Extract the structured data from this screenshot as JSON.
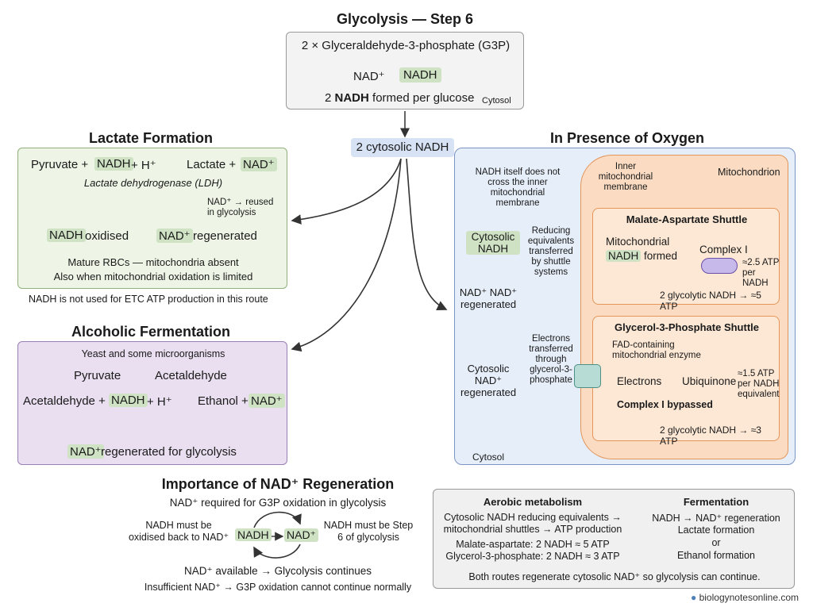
{
  "colors": {
    "green_highlight": "#cfe3c4",
    "lactate_bg": "#eef5e6",
    "alcohol_bg": "#eadff0",
    "oxygen_bg": "#e6eef9",
    "mito_bg": "#fbdcc2",
    "shuttle_bg": "#fde8d5",
    "summary_bg": "#f0f0f0"
  },
  "top": {
    "title": "Glycolysis — Step 6",
    "g3p": "2 × Glyceraldehyde-3-phosphate (G3P)",
    "nad": "NAD⁺",
    "nadh": "NADH",
    "formed_pre": "2 ",
    "formed_bold": "NADH",
    "formed_post": " formed per glucose",
    "cytosol": "Cytosol"
  },
  "center_label": "2 cytosolic NADH",
  "lactate": {
    "title": "Lactate Formation",
    "eq_pyruvate": "Pyruvate +",
    "eq_nadh": "NADH",
    "eq_h": "+ H⁺",
    "eq_lactate": "Lactate +",
    "eq_nad": "NAD⁺",
    "enzyme": "Lactate dehydrogenase (LDH)",
    "reuse": "NAD⁺ → reused in glycolysis",
    "nadh2": "NADH",
    "oxidised": "oxidised",
    "nad2": "NAD⁺",
    "regenerated": "regenerated",
    "note1": "Mature RBCs — mitochondria absent",
    "note2": "Also when mitochondrial oxidation is limited",
    "footer": "NADH is not used for ETC ATP production in this route"
  },
  "alcohol": {
    "title": "Alcoholic Fermentation",
    "subtitle": "Yeast and some microorganisms",
    "pyruvate": "Pyruvate",
    "acetaldehyde": "Acetaldehyde",
    "eq_acet": "Acetaldehyde +",
    "eq_nadh": "NADH",
    "eq_h": "+ H⁺",
    "eq_ethanol": "Ethanol +",
    "eq_nad": "NAD⁺",
    "regen_nad": "NAD⁺",
    "regen_text": "regenerated for glycolysis"
  },
  "importance": {
    "title": "Importance of NAD⁺ Regeneration",
    "line1": "NAD⁺ required for G3P oxidation in glycolysis",
    "left": "NADH must be oxidised back to NAD⁺",
    "nadh": "NADH",
    "nad": "NAD⁺",
    "right": "NADH must be Step 6 of glycolysis",
    "line2": "NAD⁺ available → Glycolysis continues",
    "line3": "Insufficient NAD⁺ → G3P oxidation cannot continue normally"
  },
  "oxygen": {
    "title": "In Presence of Oxygen",
    "mito": "Mitochondrion",
    "inner": "Inner mitochondrial membrane",
    "not_cross": "NADH itself does not cross the inner mitochondrial membrane",
    "cyto_nadh": "Cytosolic NADH",
    "reducing": "Reducing equivalents transferred by shuttle systems",
    "nad_regen": "NAD⁺ NAD⁺ regenerated",
    "electrons_tr": "Electrons transferred through glycerol-3-phosphate",
    "cyto_nad": "Cytosolic NAD⁺ regenerated",
    "cytosol": "Cytosol",
    "malate": {
      "title": "Malate-Aspartate Shuttle",
      "mito_nadh_1": "Mitochondrial",
      "mito_nadh_2": "NADH",
      "formed": "formed",
      "complex": "Complex I",
      "atp": "≈2.5 ATP per NADH",
      "total": "2 glycolytic NADH → ≈5 ATP"
    },
    "g3p": {
      "title": "Glycerol-3-Phosphate Shuttle",
      "fad": "FAD-containing mitochondrial enzyme",
      "electrons": "Electrons",
      "ubiq": "Ubiquinone",
      "atp": "≈1.5 ATP per NADH equivalent",
      "bypass": "Complex I bypassed",
      "total": "2 glycolytic NADH → ≈3 ATP"
    }
  },
  "summary": {
    "aerobic_title": "Aerobic metabolism",
    "aerobic_1": "Cytosolic NADH reducing equivalents →",
    "aerobic_2": "mitochondrial shuttles → ATP production",
    "aerobic_3": "Malate-aspartate: 2 NADH ≈ 5 ATP",
    "aerobic_4": "Glycerol-3-phosphate: 2 NADH ≈ 3 ATP",
    "ferm_title": "Fermentation",
    "ferm_1": "NADH → NAD⁺ regeneration",
    "ferm_2": "Lactate formation",
    "ferm_3": "or",
    "ferm_4": "Ethanol formation",
    "bottom": "Both routes regenerate cytosolic NAD⁺ so glycolysis can continue."
  },
  "credit": "biologynotesonline.com"
}
